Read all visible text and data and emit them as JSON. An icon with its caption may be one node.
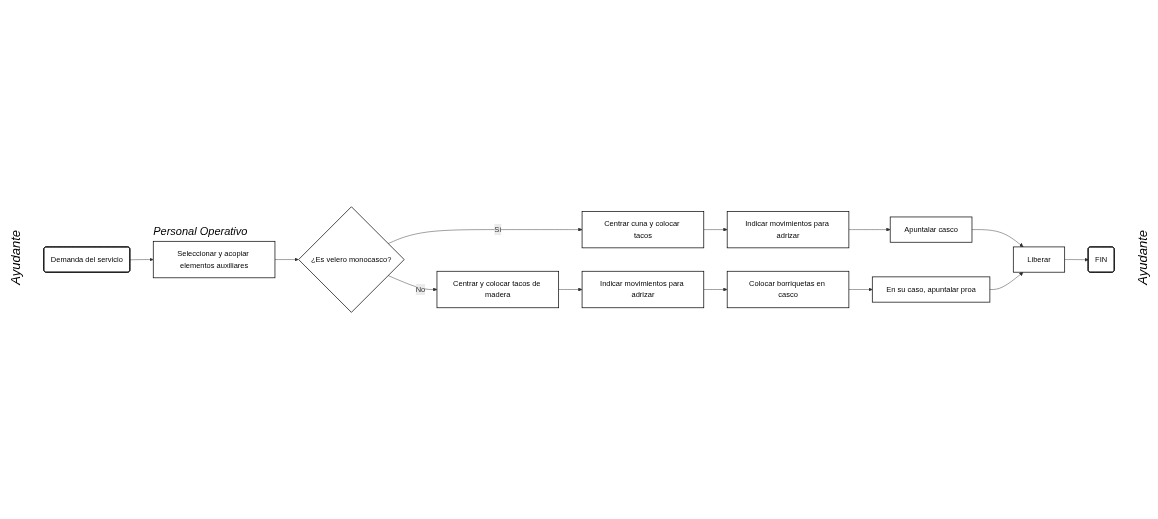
{
  "diagram": {
    "nodes": [
      {
        "text": [
          "Demanda del servicio"
        ]
      },
      {
        "text": [
          "Seleccionar y acopiar elementos auxiliares"
        ],
        "beside": [
          "Personal Operativo"
        ]
      },
      {
        "text": [
          "¿Es velero monocasco?"
        ]
      },
      {
        "text": [
          "Centrar cuna y colocar tacos"
        ]
      },
      {
        "text": [
          "Indicar movimientos para adrizar"
        ]
      },
      {
        "text": [
          "Apuntalar casco"
        ]
      },
      {
        "text": [
          "Centrar y colocar tacos de madera"
        ]
      },
      {
        "text": [
          "Indicar movimientos para adrizar"
        ]
      },
      {
        "text": [
          "Colocar borriquetas en casco"
        ]
      },
      {
        "text": [
          "En su caso, apuntalar proa"
        ]
      },
      {
        "text": [
          "Liberar"
        ]
      },
      {
        "text": [
          "FIN"
        ]
      }
    ],
    "edges": [
      {
        "from": 0,
        "to": 1,
        "arrow": "to"
      },
      {
        "from": 1,
        "to": 2,
        "arrow": "to"
      },
      {
        "from": 2,
        "to": 3,
        "arrow": "to",
        "label": "Sí"
      },
      {
        "from": 3,
        "to": 4,
        "arrow": "to"
      },
      {
        "from": 4,
        "to": 5,
        "arrow": "to"
      },
      {
        "from": 5,
        "to": 10,
        "arrow": "to"
      },
      {
        "from": 2,
        "to": 6,
        "arrow": "to",
        "label": "No"
      },
      {
        "from": 6,
        "to": 7,
        "arrow": "to"
      },
      {
        "from": 7,
        "to": 8,
        "arrow": "to"
      },
      {
        "from": 8,
        "to": 9,
        "arrow": "to"
      },
      {
        "from": 9,
        "to": 10,
        "arrow": "to"
      },
      {
        "from": 10,
        "to": 11,
        "arrow": "to"
      }
    ],
    "labels": [
      "Ayudante",
      "Ayudante"
    ]
  }
}
